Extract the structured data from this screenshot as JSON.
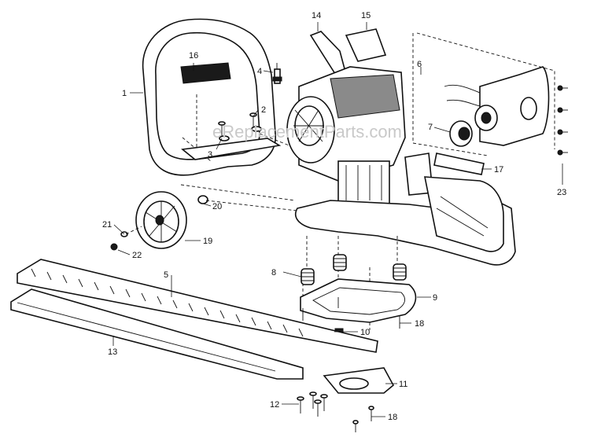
{
  "watermark": "eReplacementParts.com",
  "callouts": {
    "c1": "1",
    "c2": "2",
    "c3": "3",
    "c4": "4",
    "c5": "5",
    "c6": "6",
    "c7": "7",
    "c8": "8",
    "c9": "9",
    "c10": "10",
    "c11": "11",
    "c12": "12",
    "c13": "13",
    "c14": "14",
    "c15": "15",
    "c16": "16",
    "c17": "17",
    "c18a": "18",
    "c18b": "18",
    "c19": "19",
    "c20": "20",
    "c21": "21",
    "c22": "22",
    "c23": "23"
  }
}
